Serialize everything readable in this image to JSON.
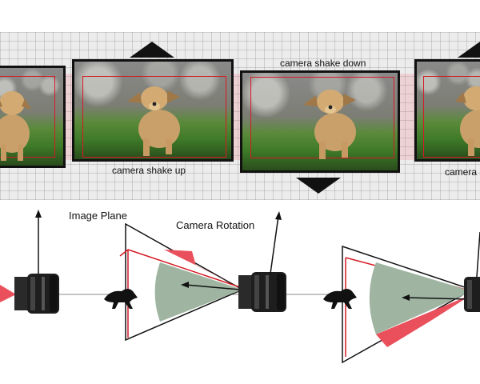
{
  "top_strip": {
    "label_shake_up": "camera shake up",
    "label_shake_down": "camera shake down",
    "label_partial": "camera s"
  },
  "diagram": {
    "label_image_plane": "Image Plane",
    "label_camera_rotation": "Camera Rotation"
  },
  "colors": {
    "frame_border": "#111111",
    "inner_box": "#d41b24",
    "rotation_wedge": "#9fb5a2",
    "rotation_red": "#e9505c",
    "grid_background": "#ececec"
  }
}
